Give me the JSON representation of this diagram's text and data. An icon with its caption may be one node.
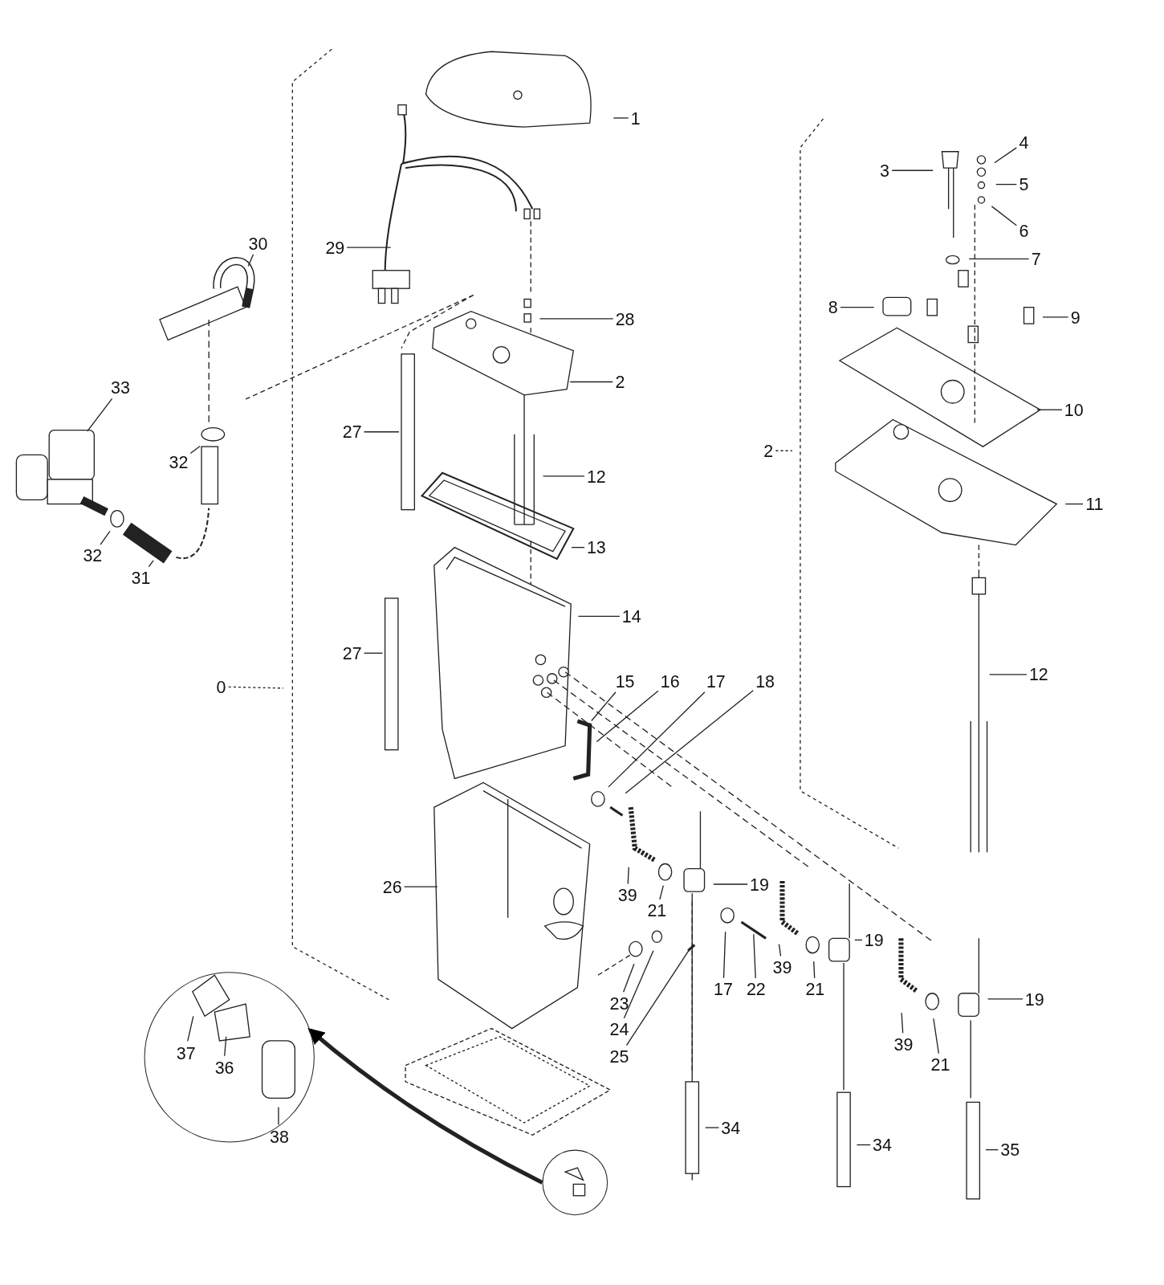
{
  "diagram": {
    "nodes": [
      {
        "text": [
          "1"
        ]
      },
      {
        "text": [
          "3"
        ]
      },
      {
        "text": [
          "4"
        ]
      },
      {
        "text": [
          "5"
        ]
      },
      {
        "text": [
          "6"
        ]
      },
      {
        "text": [
          "7"
        ]
      },
      {
        "text": [
          "8"
        ]
      },
      {
        "text": [
          "9"
        ]
      },
      {
        "text": [
          "10"
        ]
      },
      {
        "text": [
          "2"
        ]
      },
      {
        "text": [
          "11"
        ]
      },
      {
        "text": [
          "12"
        ]
      },
      {
        "text": [
          "0"
        ]
      },
      {
        "text": [
          "30"
        ]
      },
      {
        "text": [
          "29"
        ]
      },
      {
        "text": [
          "28"
        ]
      },
      {
        "text": [
          "2"
        ]
      },
      {
        "text": [
          "27"
        ]
      },
      {
        "text": [
          "33"
        ]
      },
      {
        "text": [
          "32"
        ]
      },
      {
        "text": [
          "12"
        ]
      },
      {
        "text": [
          "32"
        ]
      },
      {
        "text": [
          "31"
        ]
      },
      {
        "text": [
          "13"
        ]
      },
      {
        "text": [
          "14"
        ]
      },
      {
        "text": [
          "27"
        ]
      },
      {
        "text": [
          "15"
        ]
      },
      {
        "text": [
          "16"
        ]
      },
      {
        "text": [
          "17"
        ]
      },
      {
        "text": [
          "18"
        ]
      },
      {
        "text": [
          "26"
        ]
      },
      {
        "text": [
          "19"
        ]
      },
      {
        "text": [
          "39"
        ]
      },
      {
        "text": [
          "21"
        ]
      },
      {
        "text": [
          "39"
        ]
      },
      {
        "text": [
          "19"
        ]
      },
      {
        "text": [
          "17"
        ]
      },
      {
        "text": [
          "22"
        ]
      },
      {
        "text": [
          "21"
        ]
      },
      {
        "text": [
          "23"
        ]
      },
      {
        "text": [
          "24"
        ]
      },
      {
        "text": [
          "25"
        ]
      },
      {
        "text": [
          "19"
        ]
      },
      {
        "text": [
          "39"
        ]
      },
      {
        "text": [
          "21"
        ]
      },
      {
        "text": [],
        "shape": "circle"
      },
      {
        "text": [
          "37"
        ],
        "in": 45
      },
      {
        "text": [
          "36"
        ],
        "in": 45
      },
      {
        "text": [
          "38"
        ],
        "in": 45
      },
      {
        "text": [
          "34"
        ]
      },
      {
        "text": [
          "34"
        ]
      },
      {
        "text": [
          "35"
        ]
      },
      {
        "text": [],
        "shape": "circle"
      }
    ],
    "edges": [
      {
        "from": 0,
        "to": null,
        "arrow": "none"
      },
      {
        "from": 1,
        "to": null,
        "arrow": "none"
      },
      {
        "from": 2,
        "to": null,
        "arrow": "none"
      },
      {
        "from": 3,
        "to": null,
        "arrow": "none"
      },
      {
        "from": 4,
        "to": null,
        "arrow": "none"
      },
      {
        "from": 5,
        "to": null,
        "arrow": "none"
      },
      {
        "from": 6,
        "to": null,
        "arrow": "none"
      },
      {
        "from": 7,
        "to": null,
        "arrow": "none"
      },
      {
        "from": 8,
        "to": null,
        "arrow": "none"
      },
      {
        "from": 9,
        "to": null,
        "arrow": "none",
        "style": "dashed"
      },
      {
        "from": 10,
        "to": null,
        "arrow": "none"
      },
      {
        "from": 11,
        "to": null,
        "arrow": "none"
      },
      {
        "from": 12,
        "to": null,
        "arrow": "none",
        "style": "dashed"
      },
      {
        "from": 13,
        "to": null,
        "arrow": "none"
      },
      {
        "from": 14,
        "to": null,
        "arrow": "none"
      },
      {
        "from": 15,
        "to": null,
        "arrow": "none"
      },
      {
        "from": 16,
        "to": null,
        "arrow": "none"
      },
      {
        "from": 17,
        "to": null,
        "arrow": "none"
      },
      {
        "from": 18,
        "to": null,
        "arrow": "none"
      },
      {
        "from": 19,
        "to": null,
        "arrow": "none"
      },
      {
        "from": 20,
        "to": null,
        "arrow": "none"
      },
      {
        "from": 21,
        "to": null,
        "arrow": "none"
      },
      {
        "from": 22,
        "to": null,
        "arrow": "none"
      },
      {
        "from": 23,
        "to": null,
        "arrow": "none"
      },
      {
        "from": 24,
        "to": null,
        "arrow": "none"
      },
      {
        "from": 25,
        "to": null,
        "arrow": "none"
      },
      {
        "from": 26,
        "to": null,
        "arrow": "none"
      },
      {
        "from": 27,
        "to": null,
        "arrow": "none"
      },
      {
        "from": 28,
        "to": null,
        "arrow": "none"
      },
      {
        "from": 29,
        "to": null,
        "arrow": "none"
      },
      {
        "from": 30,
        "to": null,
        "arrow": "none"
      },
      {
        "from": 31,
        "to": null,
        "arrow": "none"
      },
      {
        "from": 32,
        "to": null,
        "arrow": "none"
      },
      {
        "from": 33,
        "to": null,
        "arrow": "none"
      },
      {
        "from": 34,
        "to": null,
        "arrow": "none"
      },
      {
        "from": 35,
        "to": null,
        "arrow": "none"
      },
      {
        "from": 36,
        "to": null,
        "arrow": "none"
      },
      {
        "from": 37,
        "to": null,
        "arrow": "none"
      },
      {
        "from": 38,
        "to": null,
        "arrow": "none"
      },
      {
        "from": 39,
        "to": null,
        "arrow": "none"
      },
      {
        "from": 40,
        "to": null,
        "arrow": "none"
      },
      {
        "from": 41,
        "to": null,
        "arrow": "none"
      },
      {
        "from": 42,
        "to": null,
        "arrow": "none"
      },
      {
        "from": 43,
        "to": null,
        "arrow": "none"
      },
      {
        "from": 44,
        "to": null,
        "arrow": "none"
      },
      {
        "from": 46,
        "to": null,
        "arrow": "none"
      },
      {
        "from": 47,
        "to": null,
        "arrow": "none"
      },
      {
        "from": 48,
        "to": null,
        "arrow": "none"
      },
      {
        "from": 49,
        "to": null,
        "arrow": "none"
      },
      {
        "from": 50,
        "to": null,
        "arrow": "none"
      },
      {
        "from": 51,
        "to": null,
        "arrow": "none"
      },
      {
        "from": 52,
        "to": 45,
        "arrow": "to",
        "style": "thick"
      }
    ]
  }
}
